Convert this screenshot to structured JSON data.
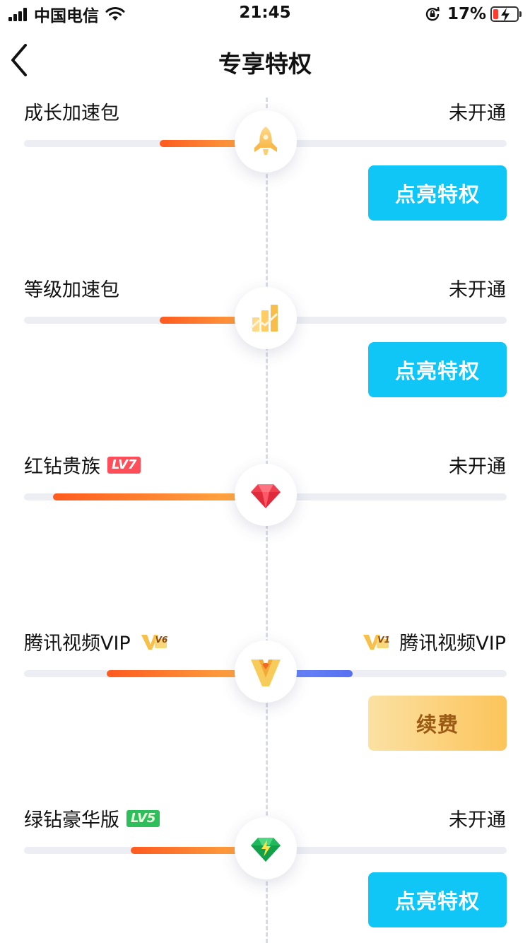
{
  "status_bar": {
    "carrier": "中国电信",
    "time": "21:45",
    "battery": "17%"
  },
  "nav": {
    "title": "专享特权"
  },
  "colors": {
    "accent_blue": "#0fc6f7",
    "progress_orange": "#ff5a1f",
    "progress_blue": "#6d8cff",
    "gold": "#fcc45a"
  },
  "items": [
    {
      "name": "成长加速包",
      "status": "未开通",
      "icon": "rocket-icon",
      "progress": 0.22,
      "button": "点亮特权"
    },
    {
      "name": "等级加速包",
      "status": "未开通",
      "icon": "bar-chart-icon",
      "progress": 0.22,
      "button": "点亮特权"
    },
    {
      "name": "红钻贵族",
      "badge": "LV7",
      "status": "未开通",
      "icon": "red-diamond-icon",
      "progress": 0.44
    },
    {
      "name": "腾讯视频VIP",
      "badge": "V6",
      "status": "腾讯视频VIP",
      "status_badge": "V1",
      "icon": "tencent-video-icon",
      "progress": 0.33,
      "progress_right": 0.18,
      "button": "续费"
    },
    {
      "name": "绿钻豪华版",
      "badge": "LV5",
      "status": "未开通",
      "icon": "green-diamond-icon",
      "progress": 0.28,
      "button": "点亮特权"
    }
  ]
}
